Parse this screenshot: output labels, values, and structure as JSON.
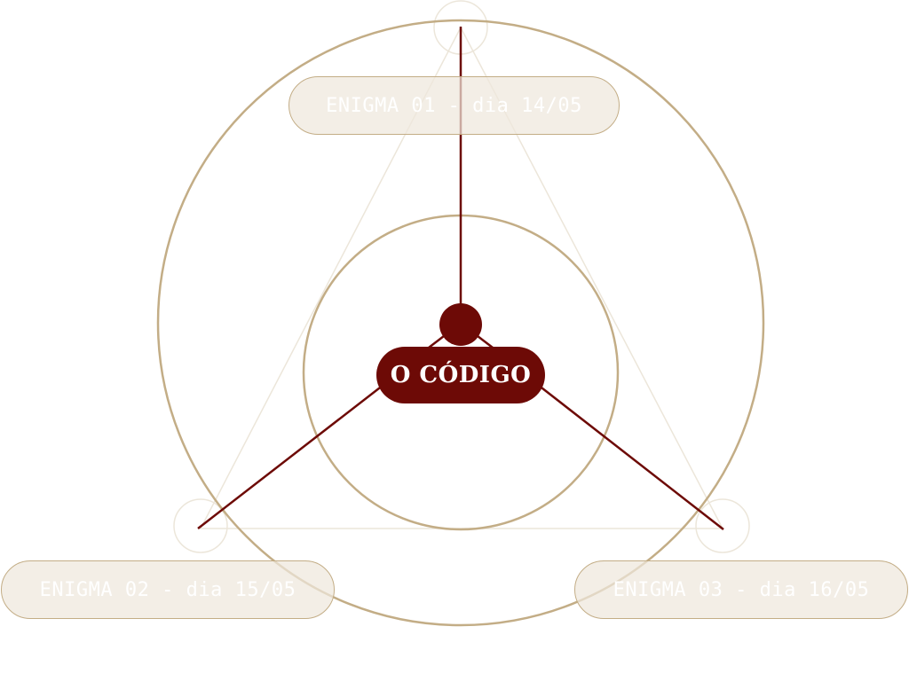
{
  "colors": {
    "accent": "#6d0a06",
    "ring": "#c3ad86",
    "faint": "#ece6da",
    "pill_fill": "#eee8dc"
  },
  "center": {
    "label": "O CÓDIGO"
  },
  "enigmas": [
    {
      "label": "ENIGMA 01 - dia 14/05"
    },
    {
      "label": "ENIGMA 02 - dia 15/05"
    },
    {
      "label": "ENIGMA 03 - dia 16/05"
    }
  ]
}
